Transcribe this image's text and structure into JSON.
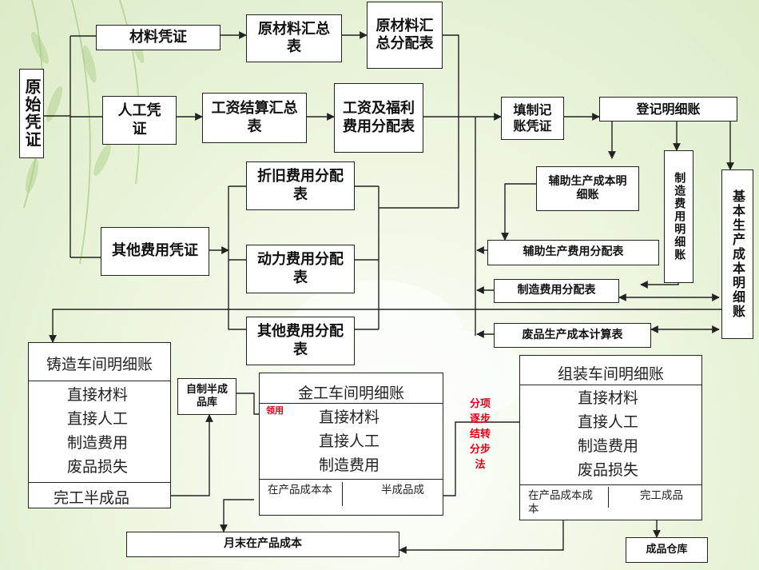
{
  "boxes": {
    "original_voucher": "原始凭证",
    "material_voucher": "材料凭证",
    "material_summary": "原材料汇总表",
    "material_alloc": "原材料汇总分配表",
    "labor_voucher": "人工凭证",
    "wage_summary": "工资结算汇总表",
    "wage_alloc": "工资及福利费用分配表",
    "depr_alloc": "折旧费用分配表",
    "other_voucher": "其他费用凭证",
    "power_alloc": "动力费用分配表",
    "other_alloc": "其他费用分配表",
    "fill_voucher": "填制记账凭证",
    "post_ledger": "登记明细账",
    "aux_ledger": "辅助生产成本明细账",
    "mfg_ledger": "制造费用明细账",
    "basic_ledger": "基本生产成本明细账",
    "aux_alloc": "辅助生产费用分配表",
    "mfg_alloc": "制造费用分配表",
    "scrap_calc": "废品生产成本计算表",
    "semi_store": "自制半成品库",
    "month_end_wip": "月末在产品成本",
    "finished_store": "成品仓库"
  },
  "casting": {
    "title": "铸造车间明细账",
    "items": [
      "直接材料",
      "直接人工",
      "制造费用",
      "废品损失"
    ],
    "footer": "完工半成品"
  },
  "machining": {
    "title": "金工车间明细账",
    "items": [
      "直接材料",
      "直接人工",
      "制造费用"
    ],
    "wip": "在产品成本本",
    "semi": "半成品成"
  },
  "assembly": {
    "title": "组装车间明细账",
    "items": [
      "直接材料",
      "直接人工",
      "制造费用",
      "废品损失"
    ],
    "wip": "在产品成本成本",
    "finished": "完工成品"
  },
  "labels": {
    "requisition": "领用",
    "method": "分项逐步结转分步法"
  },
  "colors": {
    "accent_red": "#e2001a",
    "line": "#222222",
    "background": "#e7f2d6"
  }
}
